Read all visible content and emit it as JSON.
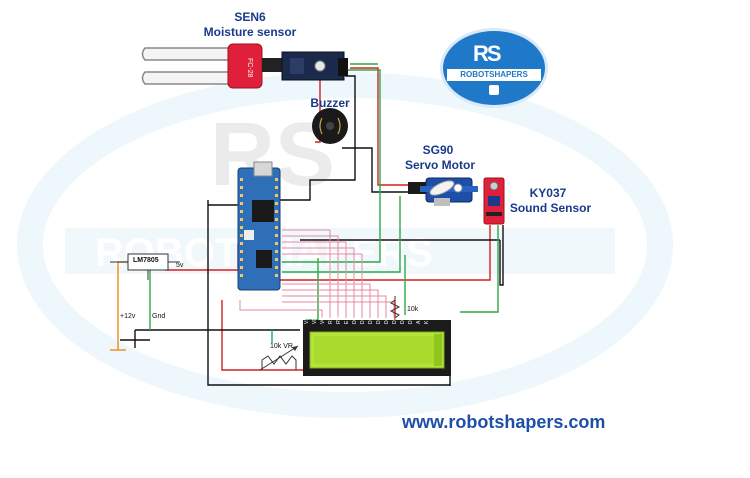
{
  "labels": {
    "moisture_id": "SEN6",
    "moisture_name": "Moisture sensor",
    "buzzer": "Buzzer",
    "servo_id": "SG90",
    "servo_name": "Servo Motor",
    "sound_id": "KY037",
    "sound_name": "Sound Sensor",
    "regulator": "LM7805",
    "v5": "5v",
    "v12": "+12v",
    "gnd": "Gnd",
    "pot": "10k VR",
    "resistor": "10k",
    "probe_code": "FC-28"
  },
  "logo": {
    "mark": "RS",
    "text": "ROBOTSHAPERS"
  },
  "watermark": {
    "mark": "RS",
    "text": "ROBOTSHAPERS"
  },
  "website": "www.robotshapers.com",
  "lcd_pins": [
    "VSS",
    "VDD",
    "VO",
    "RS",
    "RW",
    "E",
    "D0",
    "D1",
    "D2",
    "D3",
    "D4",
    "D5",
    "D6",
    "D7",
    "A",
    "K"
  ],
  "colors": {
    "wire_red": "#d42020",
    "wire_black": "#111111",
    "wire_green": "#2fa84a",
    "wire_pink": "#e58aa0",
    "wire_orange": "#f08a1c",
    "arduino": "#2f6fb8",
    "lcd_screen": "#b6e33a",
    "sensor_red": "#e0203a",
    "brand_blue": "#1e4fa8"
  }
}
